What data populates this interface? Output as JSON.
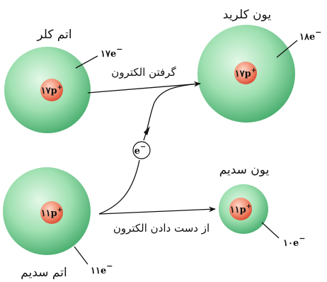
{
  "chlorine_atom": {
    "name": "اتم کلر",
    "nucleus": "۱۷p",
    "nucleus_sup": "+",
    "electrons": "۱۷e",
    "electrons_sup": "−"
  },
  "chloride_ion": {
    "name": "یون کلرید",
    "nucleus": "۱۷p",
    "nucleus_sup": "+",
    "electrons": "۱۸e",
    "electrons_sup": "−"
  },
  "sodium_atom": {
    "name": "اتم سدیم",
    "nucleus": "۱۱p",
    "nucleus_sup": "+",
    "electrons": "۱۱e",
    "electrons_sup": "−"
  },
  "sodium_ion": {
    "name": "یون سدیم",
    "nucleus": "۱۱p",
    "nucleus_sup": "+",
    "electrons": "۱۰e",
    "electrons_sup": "−"
  },
  "electron": {
    "symbol": "e",
    "sup": "−"
  },
  "arrows": {
    "gain": "گرفتن الکترون",
    "loss": "از دست دادن الکترون"
  },
  "colors": {
    "sphere_light": "#d9f5df",
    "sphere_mid": "#8fdca6",
    "sphere_dark": "#3fa866",
    "nucleus_light": "#ffd0c0",
    "nucleus_dark": "#e0553a"
  }
}
